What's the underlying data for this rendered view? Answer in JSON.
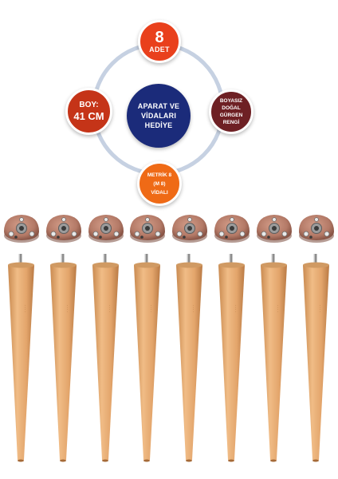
{
  "diagram": {
    "top": {
      "number": "8",
      "unit": "ADET"
    },
    "left": {
      "line1": "BOY:",
      "line2": "41 CM"
    },
    "center": {
      "line1": "APARAT VE",
      "line2": "VİDALARI",
      "line3": "HEDİYE"
    },
    "right": {
      "line1": "BOYASIZ",
      "line2": "DOĞAL",
      "line3": "GÜRGEN",
      "line4": "RENGİ"
    },
    "bottom": {
      "line1": "METRİK 8",
      "line2": "(M 8)",
      "line3": "VİDALI"
    }
  },
  "colors": {
    "ring": "#c6d1e2",
    "top_circle": "#e9401c",
    "left_circle": "#c53418",
    "center_circle": "#1b2b7a",
    "right_circle": "#6e2024",
    "bottom_circle": "#ef6a16",
    "wood": "#e3a56b",
    "plate": "#b47a67"
  },
  "products": {
    "leg_count": 8
  }
}
